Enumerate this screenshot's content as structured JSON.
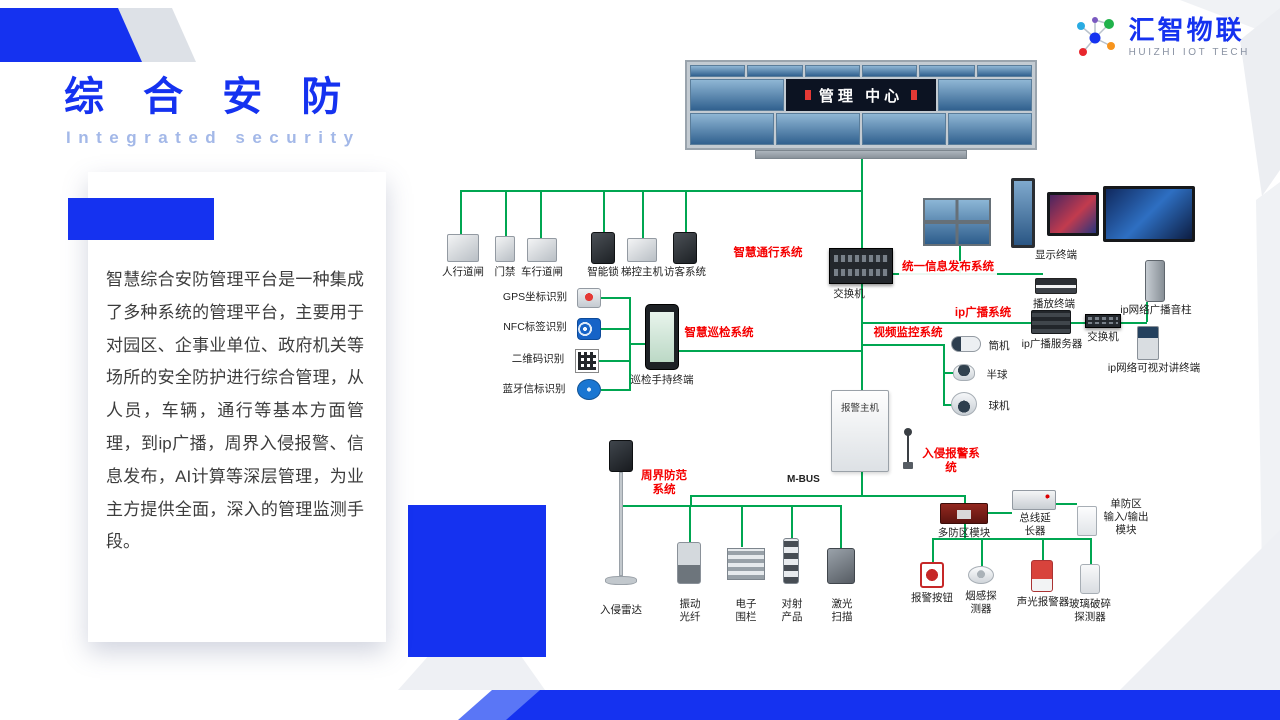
{
  "colors": {
    "accent_blue": "#1532f0",
    "line_green": "#00a651",
    "label_red": "#f50000"
  },
  "logo": {
    "name": "汇智物联",
    "subtitle": "HUIZHI IOT TECH"
  },
  "header": {
    "title": "综 合 安 防",
    "subtitle": "Integrated security"
  },
  "card": {
    "body": "智慧综合安防管理平台是一种集成了多种系统的管理平台，主要用于对园区、企事业单位、政府机关等场所的安全防护进行综合管理，从人员，车辆，通行等基本方面管理，到ip广播，周界入侵报警、信息发布，AI计算等深层管理，为业主方提供全面，深入的管理监测手段。"
  },
  "diagram": {
    "management_center": "管理 中心",
    "systems": {
      "access": "智慧通行系统",
      "inspection": "智慧巡检系统",
      "info_publish": "统一信息发布系统",
      "broadcast": "ip广播系统",
      "video": "视频监控系统",
      "intrusion": "入侵报警系统",
      "perimeter": "周界防范系统",
      "mbus": "M-BUS"
    },
    "devices": {
      "pedestrian_gate": "人行道闸",
      "door_access": "门禁",
      "vehicle_gate": "车行道闸",
      "smart_lock": "智能锁",
      "elevator_host": "梯控主机",
      "visitor_system": "访客系统",
      "gps": "GPS坐标识别",
      "nfc": "NFC标签识别",
      "qr": "二维码识别",
      "bluetooth": "蓝牙信标识别",
      "handheld": "巡检手持终端",
      "main_switch": "交换机",
      "display_terminal": "显示终端",
      "play_terminal": "播放终端",
      "broadcast_server": "ip广播服务器",
      "sub_switch": "交换机",
      "speaker_column": "ip网络广播音柱",
      "video_intercom": "ip网络可视对讲终端",
      "bullet_camera": "筒机",
      "dome_camera": "半球",
      "ptz_camera": "球机",
      "alarm_host": "报警主机",
      "intrusion_radar": "入侵雷达",
      "vibration_fiber": "振动光纤",
      "electric_fence": "电子围栏",
      "beam_detector": "对射产品",
      "laser_scanner": "激光扫描",
      "multi_zone_module": "多防区模块",
      "bus_extender": "总线延长器",
      "single_zone_module": "单防区\n输入/输出\n模块",
      "alarm_button": "报警按钮",
      "smoke_detector": "烟感探测器",
      "sound_light_alarm": "声光报警器",
      "glass_break_detector": "玻璃破碎\n探测器"
    }
  }
}
